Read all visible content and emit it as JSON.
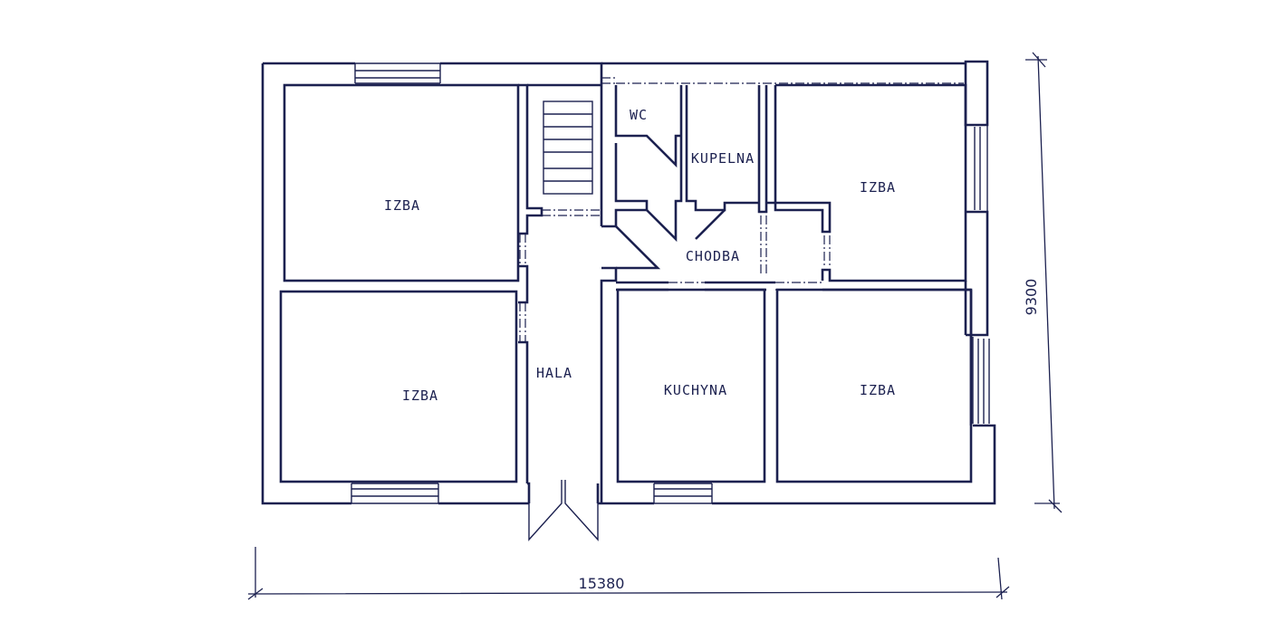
{
  "rooms": {
    "izba_top_left": "IZBA",
    "izba_bottom_left": "IZBA",
    "hala": "HALA",
    "wc": "WC",
    "kupelna": "KUPELNA",
    "chodba": "CHODBA",
    "kuchyna": "KUCHYNA",
    "izba_top_right": "IZBA",
    "izba_bottom_right": "IZBA"
  },
  "dimensions": {
    "width": "15380",
    "height": "9300"
  },
  "colors": {
    "line": "#1c2150",
    "background": "#ffffff"
  }
}
